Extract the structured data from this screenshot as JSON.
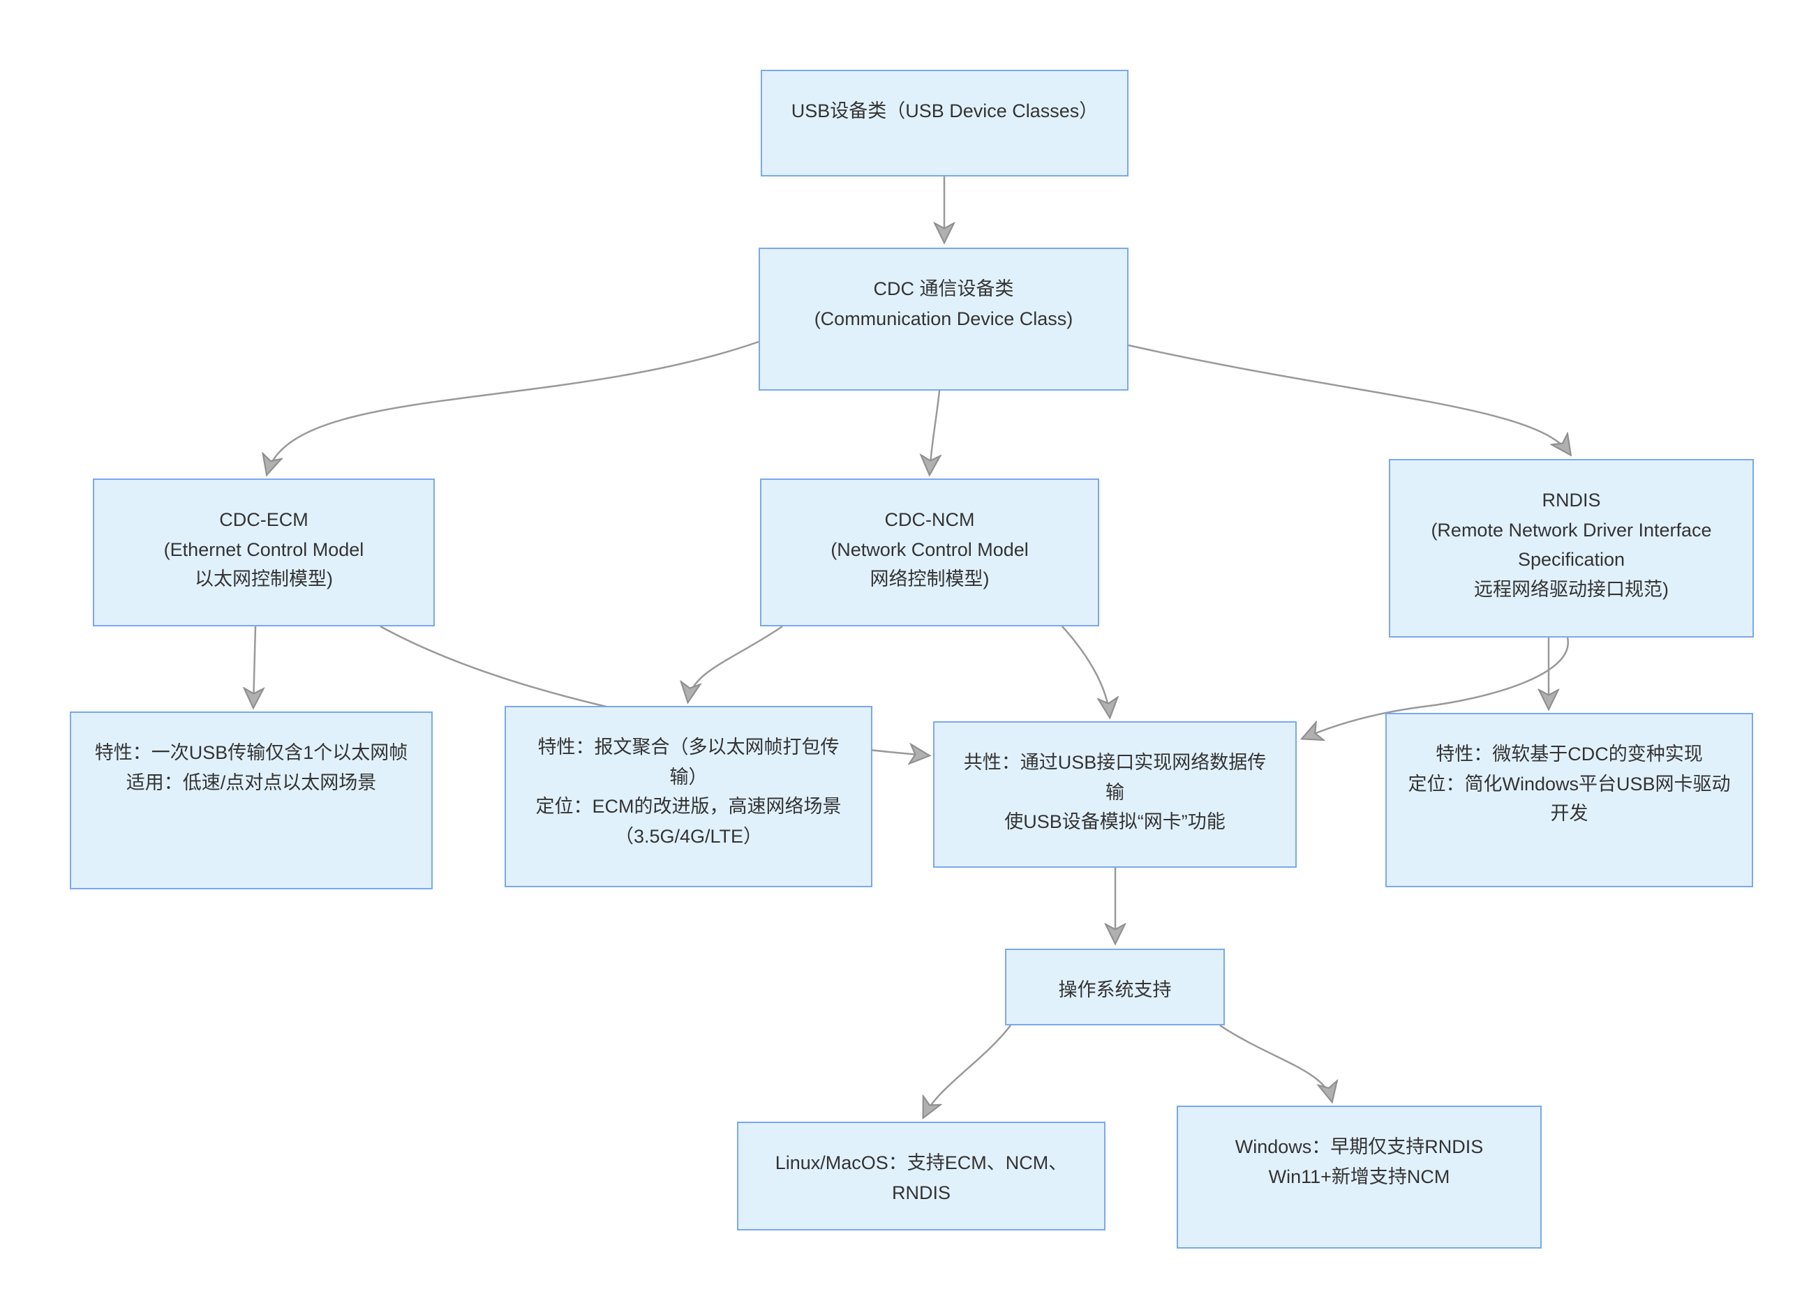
{
  "diagram": {
    "type": "flowchart",
    "colors": {
      "node_fill": "#e1f1fc",
      "node_border": "#7aa8ee",
      "edge": "#999999",
      "arrow_fill": "#b0b0b0",
      "text": "#333333",
      "background": "#ffffff"
    },
    "nodes": {
      "usb": {
        "label": "USB设备类（USB Device Classes）"
      },
      "cdc": {
        "label": "CDC 通信设备类\n(Communication Device Class)"
      },
      "ecm": {
        "label": "CDC-ECM\n(Ethernet Control Model\n以太网控制模型)"
      },
      "ncm": {
        "label": "CDC-NCM\n(Network Control Model\n网络控制模型)"
      },
      "rndis": {
        "label": "RNDIS\n(Remote Network Driver Interface\nSpecification\n远程网络驱动接口规范)"
      },
      "ecm_feature": {
        "label": "特性：一次USB传输仅含1个以太网帧\n适用：低速/点对点以太网场景"
      },
      "ncm_feature": {
        "label": "特性：报文聚合（多以太网帧打包传\n输）\n定位：ECM的改进版，高速网络场景\n（3.5G/4G/LTE）"
      },
      "common": {
        "label": "共性：通过USB接口实现网络数据传\n输\n使USB设备模拟“网卡”功能"
      },
      "rndis_feature": {
        "label": "特性：微软基于CDC的变种实现\n定位：简化Windows平台USB网卡驱动\n开发"
      },
      "os_support": {
        "label": "操作系统支持"
      },
      "linux_macos": {
        "label": "Linux/MacOS：支持ECM、NCM、\nRNDIS"
      },
      "windows": {
        "label": "Windows：早期仅支持RNDIS\nWin11+新增支持NCM"
      }
    },
    "edges": [
      {
        "from": "usb",
        "to": "cdc"
      },
      {
        "from": "cdc",
        "to": "ecm"
      },
      {
        "from": "cdc",
        "to": "ncm"
      },
      {
        "from": "cdc",
        "to": "rndis"
      },
      {
        "from": "ecm",
        "to": "ecm_feature"
      },
      {
        "from": "ecm",
        "to": "common"
      },
      {
        "from": "ncm",
        "to": "ncm_feature"
      },
      {
        "from": "ncm",
        "to": "common"
      },
      {
        "from": "rndis",
        "to": "rndis_feature"
      },
      {
        "from": "rndis",
        "to": "common"
      },
      {
        "from": "common",
        "to": "os_support"
      },
      {
        "from": "os_support",
        "to": "linux_macos"
      },
      {
        "from": "os_support",
        "to": "windows"
      }
    ]
  }
}
